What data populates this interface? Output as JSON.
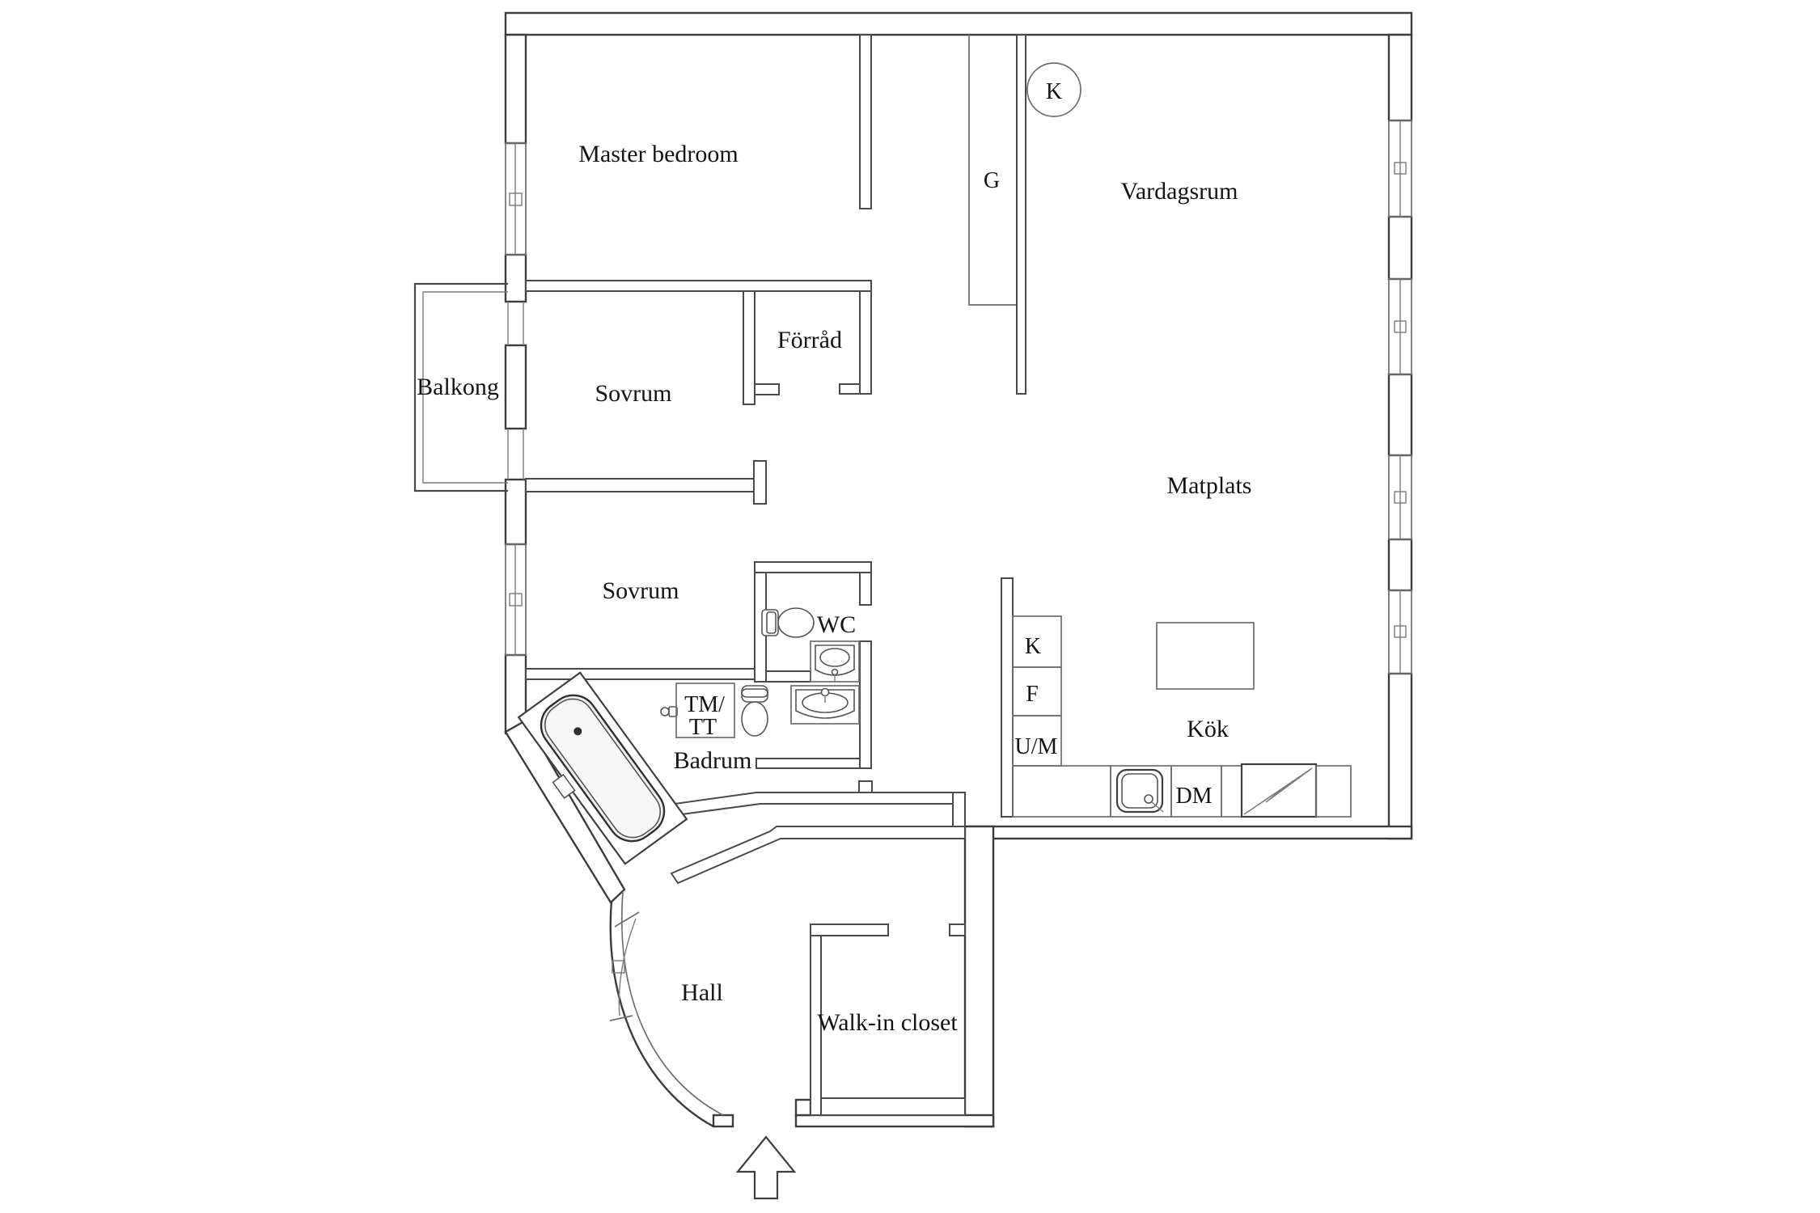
{
  "meta": {
    "type": "apartment floor plan",
    "background_color": "#ffffff",
    "wall_color": "#4a4a4a",
    "text_color": "#141414"
  },
  "rooms": {
    "master_bedroom": {
      "label": "Master bedroom"
    },
    "vardagsrum": {
      "label": "Vardagsrum"
    },
    "matplats": {
      "label": "Matplats"
    },
    "kok": {
      "label": "Kök"
    },
    "badrum": {
      "label": "Badrum"
    },
    "wc": {
      "label": "WC"
    },
    "hall": {
      "label": "Hall"
    },
    "walk_in_closet": {
      "label": "Walk-in closet"
    },
    "sovrum_1": {
      "label": "Sovrum"
    },
    "sovrum_2": {
      "label": "Sovrum"
    },
    "forrad": {
      "label": "Förråd"
    },
    "balkong": {
      "label": "Balkong"
    }
  },
  "markers": {
    "fireplace": {
      "label": "K"
    },
    "garderob": {
      "label": "G"
    },
    "fridge": {
      "label": "K"
    },
    "freezer": {
      "label": "F"
    },
    "oven_micro": {
      "label": "U/M"
    },
    "dishwasher": {
      "label": "DM"
    },
    "laundry_line1": "TM/",
    "laundry_line2": "TT"
  },
  "fixtures": [
    "bathtub",
    "toilet-wc",
    "sink-wc",
    "toilet-badrum",
    "sink-badrum",
    "washer-dryer-niche",
    "kitchen-sink",
    "stove",
    "kitchen-island",
    "fireplace-circle",
    "entrance-arrow",
    "windows",
    "balcony"
  ]
}
